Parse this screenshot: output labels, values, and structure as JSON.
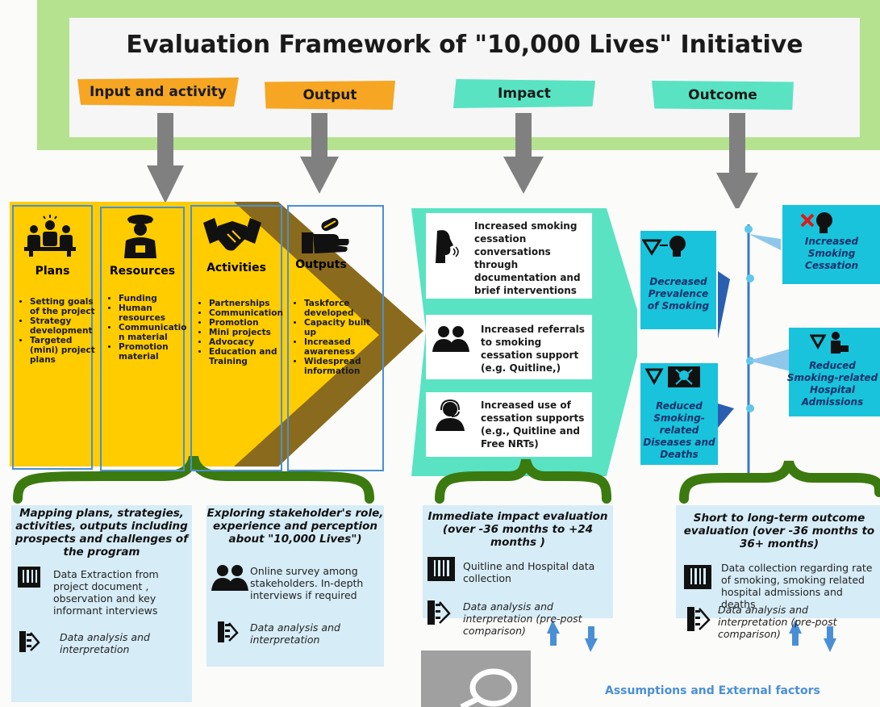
{
  "title": "Evaluation Framework of \"10,000 Lives\" Initiative",
  "stages": {
    "input_activity": "Input and  activity",
    "output": "Output",
    "impact": "Impact",
    "outcome": "Outcome"
  },
  "columns": {
    "plans": {
      "heading": "Plans",
      "items": [
        "Setting goals of the project",
        "Strategy development",
        "Targeted (mini) project plans"
      ]
    },
    "resources": {
      "heading": "Resources",
      "items": [
        "Funding",
        "Human resources",
        "Communicatio n material",
        "Promotion material"
      ]
    },
    "activities": {
      "heading": "Activities",
      "items": [
        "Partnerships",
        "Communication",
        "Promotion",
        "Mini projects",
        "Advocacy",
        "Education and Training"
      ]
    },
    "outputs": {
      "heading": "Outputs",
      "items": [
        "Taskforce developed",
        "Capacity built up",
        "Increased awareness",
        "Widespread information"
      ]
    }
  },
  "impacts": [
    "Increased smoking cessation conversations through documentation and brief interventions",
    "Increased referrals to smoking cessation support (e.g. Quitline,)",
    "Increased use of cessation supports (e.g., Quitline and Free NRTs)"
  ],
  "outcomes": {
    "decreased_prevalence": "Decreased Prevalence of Smoking",
    "increased_cessation": "Increased Smoking Cessation",
    "reduced_diseases": "Reduced Smoking-related Diseases and Deaths",
    "reduced_admissions": "Reduced Smoking-related Hospital Admissions"
  },
  "panels": {
    "mapping": {
      "title": "Mapping plans, strategies, activities,  outputs including prospects and challenges of the program",
      "item1": "Data Extraction from project document , observation and key informant interviews",
      "item2": "Data analysis and interpretation"
    },
    "exploring": {
      "title": "Exploring stakeholder's role, experience and perception about \"10,000 Lives\")",
      "item1": "Online survey among stakeholders. In-depth interviews if required",
      "item2": "Data analysis and interpretation"
    },
    "immediate": {
      "title": "Immediate impact evaluation (over -36 months to +24 months )",
      "item1": "Quitline and Hospital data collection",
      "item2": "Data analysis and interpretation (pre-post comparison)"
    },
    "longterm": {
      "title": "Short to long-term outcome evaluation (over -36 months to 36+ months)",
      "item1": "Data collection regarding rate of smoking, smoking related hospital admissions and deaths",
      "item2": "Data analysis and interpretation (pre-post comparison)"
    }
  },
  "footer": "Assumptions and External factors",
  "icons": {
    "plans": "meeting-people-icon",
    "resources": "person-with-cap-icon",
    "activities": "handshake-icon",
    "outputs": "hand-with-pill-icon",
    "impact1": "head-speaking-icon",
    "impact2": "two-people-icon",
    "impact3": "headset-person-icon",
    "data": "barcode-document-icon",
    "analysis": "list-arrow-icon",
    "search": "magnifier-icon"
  },
  "colors": {
    "title_band": "#b5e28e",
    "orange": "#f6a623",
    "teal": "#59e3c3",
    "yellow": "#ffcc00",
    "brown": "#8a6a1c",
    "outcome_blue": "#19c3dc",
    "panel": "#d6ecf7",
    "green_brace": "#3b7a0e",
    "arrow_gray": "#808080"
  }
}
